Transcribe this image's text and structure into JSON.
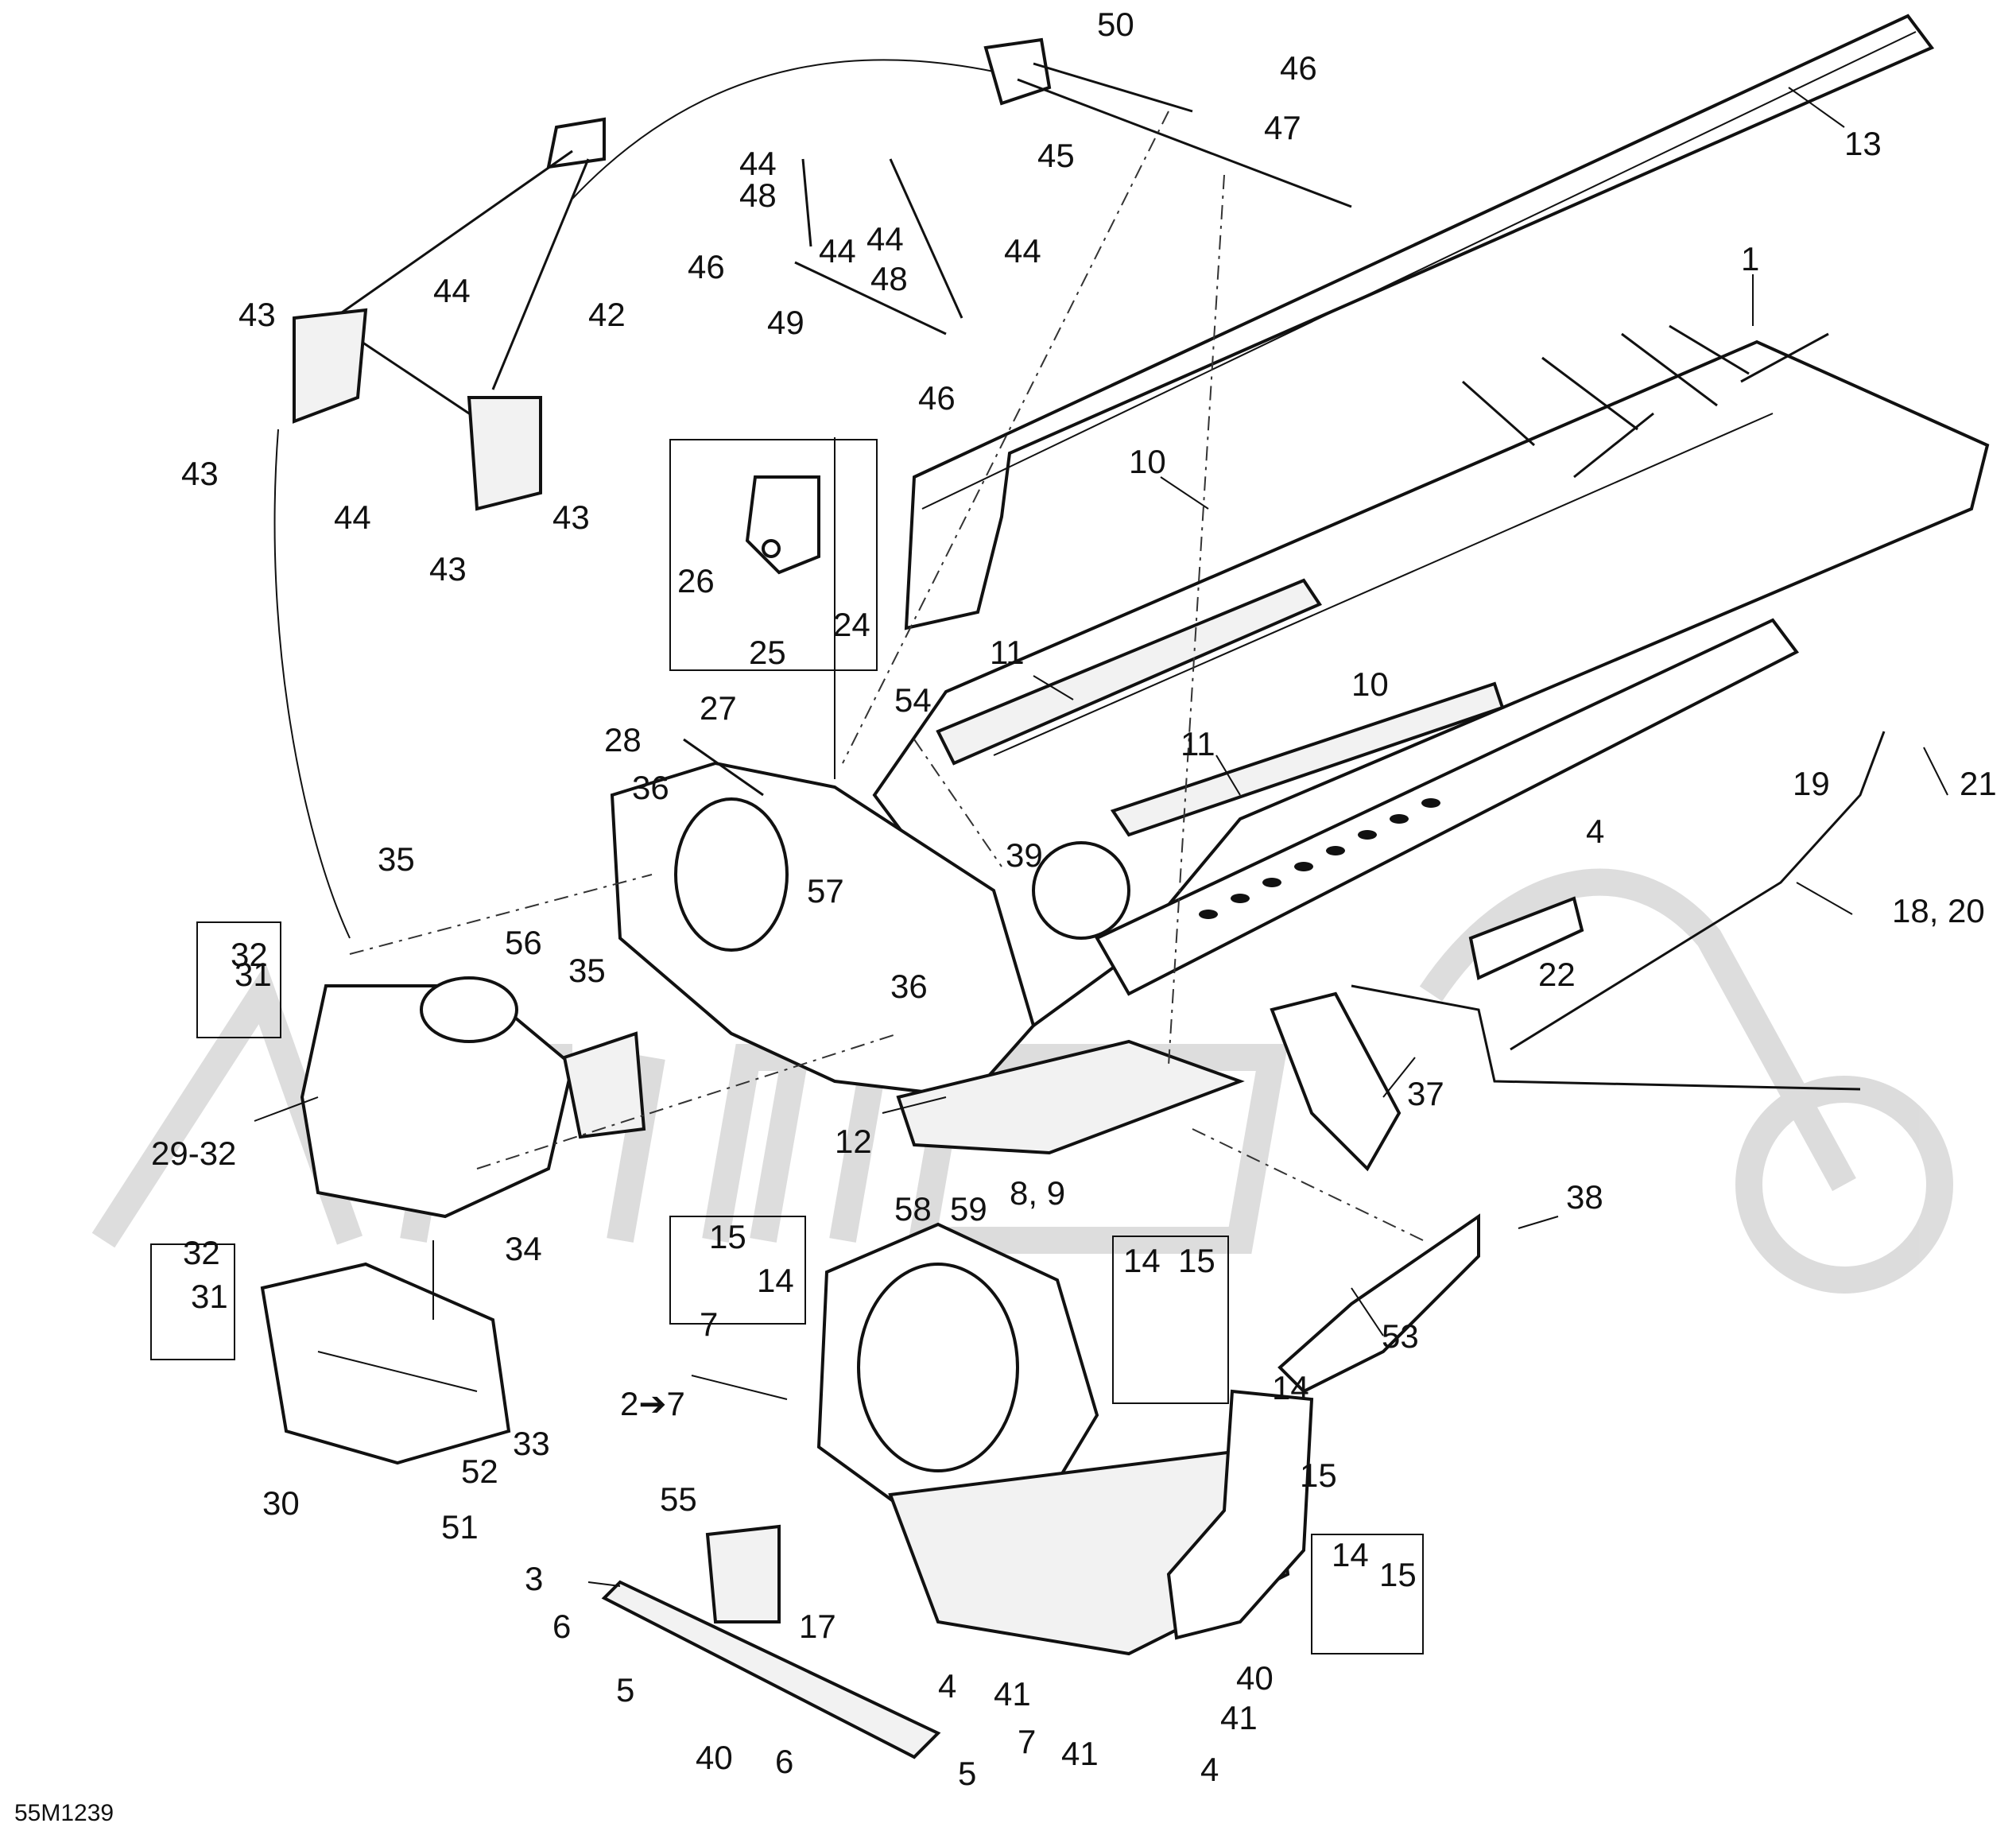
{
  "diagram": {
    "reference": "55M1239",
    "watermark_text": "Arimo",
    "callouts": [
      "1",
      "2➔7",
      "3",
      "4",
      "5",
      "6",
      "7",
      "8, 9",
      "10",
      "11",
      "12",
      "13",
      "14",
      "15",
      "17",
      "18, 20",
      "19",
      "21",
      "22",
      "24",
      "25",
      "26",
      "27",
      "28",
      "29-32",
      "30",
      "31",
      "32",
      "33",
      "34",
      "35",
      "36",
      "37",
      "38",
      "39",
      "40",
      "41",
      "42",
      "43",
      "44",
      "45",
      "46",
      "47",
      "48",
      "49",
      "50",
      "51",
      "52",
      "53",
      "54",
      "55",
      "56",
      "57",
      "58",
      "59"
    ]
  }
}
